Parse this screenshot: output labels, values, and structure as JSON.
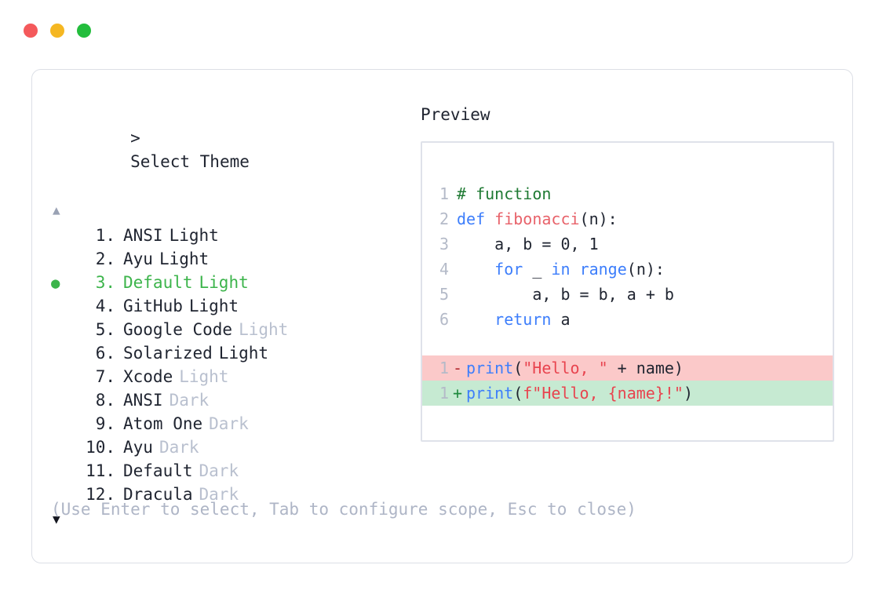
{
  "window": {
    "buttons": [
      {
        "name": "close",
        "color": "#f4595b"
      },
      {
        "name": "minimize",
        "color": "#f5b722"
      },
      {
        "name": "maximize",
        "color": "#23bd3c"
      }
    ]
  },
  "prompt": {
    "caret": ">",
    "label": "Select Theme"
  },
  "scroll": {
    "up_glyph": "▲",
    "down_glyph": "▼"
  },
  "selection": {
    "bullet_glyph": "●",
    "selected_index": 3,
    "accent_color": "#3cb44b"
  },
  "themes": [
    {
      "index": "1.",
      "name": "ANSI",
      "variant": "Light",
      "variant_muted": false,
      "selected": false,
      "bullet": ""
    },
    {
      "index": "2.",
      "name": "Ayu",
      "variant": "Light",
      "variant_muted": false,
      "selected": false,
      "bullet": ""
    },
    {
      "index": "3.",
      "name": "Default",
      "variant": "Light",
      "variant_muted": false,
      "selected": true,
      "bullet": "●"
    },
    {
      "index": "4.",
      "name": "GitHub",
      "variant": "Light",
      "variant_muted": false,
      "selected": false,
      "bullet": ""
    },
    {
      "index": "5.",
      "name": "Google Code",
      "variant": "Light",
      "variant_muted": true,
      "selected": false,
      "bullet": ""
    },
    {
      "index": "6.",
      "name": "Solarized",
      "variant": "Light",
      "variant_muted": false,
      "selected": false,
      "bullet": ""
    },
    {
      "index": "7.",
      "name": "Xcode",
      "variant": "Light",
      "variant_muted": true,
      "selected": false,
      "bullet": ""
    },
    {
      "index": "8.",
      "name": "ANSI",
      "variant": "Dark",
      "variant_muted": true,
      "selected": false,
      "bullet": ""
    },
    {
      "index": "9.",
      "name": "Atom One",
      "variant": "Dark",
      "variant_muted": true,
      "selected": false,
      "bullet": ""
    },
    {
      "index": "10.",
      "name": "Ayu",
      "variant": "Dark",
      "variant_muted": true,
      "selected": false,
      "bullet": ""
    },
    {
      "index": "11.",
      "name": "Default",
      "variant": "Dark",
      "variant_muted": true,
      "selected": false,
      "bullet": ""
    },
    {
      "index": "12.",
      "name": "Dracula",
      "variant": "Dark",
      "variant_muted": true,
      "selected": false,
      "bullet": ""
    }
  ],
  "hint": "(Use Enter to select, Tab to configure scope, Esc to close)",
  "preview": {
    "title": "Preview",
    "code_lines": [
      {
        "num": "1",
        "tokens": [
          {
            "t": "# function",
            "c": "comment"
          }
        ]
      },
      {
        "num": "2",
        "tokens": [
          {
            "t": "def ",
            "c": "keyword"
          },
          {
            "t": "fibonacci",
            "c": "func"
          },
          {
            "t": "(n):",
            "c": "plain"
          }
        ]
      },
      {
        "num": "3",
        "tokens": [
          {
            "t": "    a, b = 0, 1",
            "c": "plain"
          }
        ]
      },
      {
        "num": "4",
        "tokens": [
          {
            "t": "    ",
            "c": "plain"
          },
          {
            "t": "for",
            "c": "keyword"
          },
          {
            "t": " _ ",
            "c": "plain"
          },
          {
            "t": "in",
            "c": "keyword"
          },
          {
            "t": " ",
            "c": "plain"
          },
          {
            "t": "range",
            "c": "builtin"
          },
          {
            "t": "(n):",
            "c": "plain"
          }
        ]
      },
      {
        "num": "5",
        "tokens": [
          {
            "t": "        a, b = b, a + b",
            "c": "plain"
          }
        ]
      },
      {
        "num": "6",
        "tokens": [
          {
            "t": "    ",
            "c": "plain"
          },
          {
            "t": "return",
            "c": "keyword"
          },
          {
            "t": " a",
            "c": "plain"
          }
        ]
      }
    ],
    "diff_lines": [
      {
        "num": "1",
        "mark": "-",
        "kind": "del",
        "bg_color": "#fbc9c9",
        "tokens": [
          {
            "t": "print",
            "c": "builtin"
          },
          {
            "t": "(",
            "c": "plain"
          },
          {
            "t": "\"Hello, \"",
            "c": "string"
          },
          {
            "t": " + name)",
            "c": "plain"
          }
        ]
      },
      {
        "num": "1",
        "mark": "+",
        "kind": "add",
        "bg_color": "#c6ead2",
        "tokens": [
          {
            "t": "print",
            "c": "builtin"
          },
          {
            "t": "(",
            "c": "plain"
          },
          {
            "t": "f\"Hello, {name}!\"",
            "c": "string"
          },
          {
            "t": ")",
            "c": "plain"
          }
        ]
      }
    ]
  }
}
